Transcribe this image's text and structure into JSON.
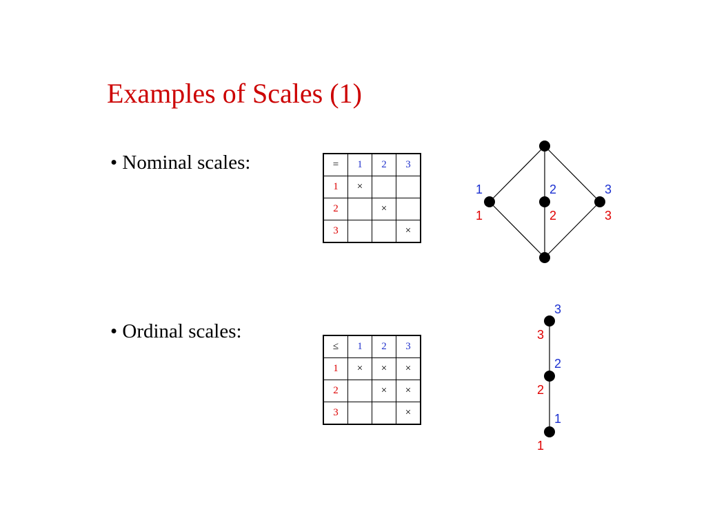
{
  "title": "Examples of Scales (1)",
  "nominal": {
    "label": "• Nominal scales:",
    "table": {
      "corner": "=",
      "columns": [
        "1",
        "2",
        "3"
      ],
      "rows": [
        {
          "label": "1",
          "cells": [
            "×",
            "",
            ""
          ]
        },
        {
          "label": "2",
          "cells": [
            "",
            "×",
            ""
          ]
        },
        {
          "label": "3",
          "cells": [
            "",
            "",
            "×"
          ]
        }
      ]
    },
    "lattice": {
      "nodes": [
        {
          "id": "top"
        },
        {
          "id": "a",
          "blue": "1",
          "red": "1"
        },
        {
          "id": "b",
          "blue": "2",
          "red": "2"
        },
        {
          "id": "c",
          "blue": "3",
          "red": "3"
        },
        {
          "id": "bottom"
        }
      ]
    }
  },
  "ordinal": {
    "label": "• Ordinal scales:",
    "table": {
      "corner": "≤",
      "columns": [
        "1",
        "2",
        "3"
      ],
      "rows": [
        {
          "label": "1",
          "cells": [
            "×",
            "×",
            "×"
          ]
        },
        {
          "label": "2",
          "cells": [
            "",
            "×",
            "×"
          ]
        },
        {
          "label": "3",
          "cells": [
            "",
            "",
            "×"
          ]
        }
      ]
    },
    "chain": {
      "nodes": [
        {
          "id": "n3",
          "blue": "3",
          "red": "3"
        },
        {
          "id": "n2",
          "blue": "2",
          "red": "2"
        },
        {
          "id": "n1",
          "blue": "1",
          "red": "1"
        }
      ]
    }
  },
  "colors": {
    "title": "#cc0000",
    "object_labels": "#e00000",
    "attribute_labels": "#1a2fd0"
  }
}
